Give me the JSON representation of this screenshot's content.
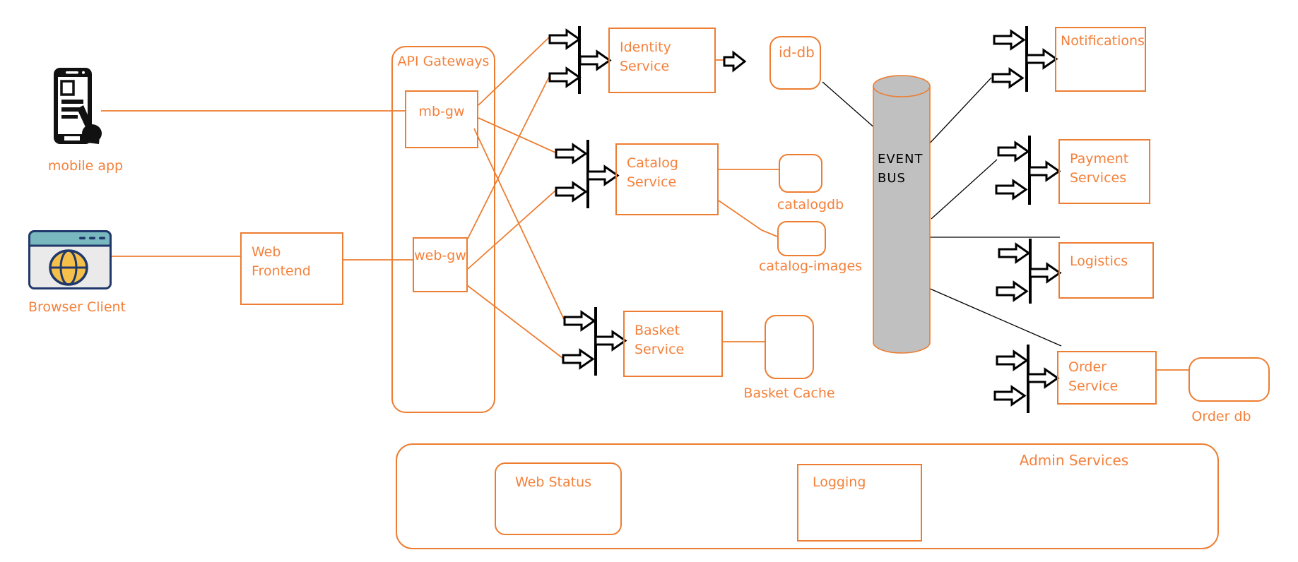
{
  "colors": {
    "accent": "#ED7D31",
    "label": "#F4813B",
    "line-black": "#000000",
    "bus-fill": "#C0C0C0",
    "browser-outline": "#20386B",
    "browser-header": "#79B8BE",
    "globe": "#F5C04A"
  },
  "icons": {
    "mobile": "smartphone-tap-icon",
    "browser": "browser-globe-icon",
    "event_bus": "cylinder-icon",
    "flow_arrow": "block-arrow-icon"
  },
  "clients": {
    "mobile_label": "mobile app",
    "browser_label": "Browser Client"
  },
  "frontend": {
    "label": "Web Frontend"
  },
  "gateways": {
    "container_label": "API Gateways",
    "mobile_gateway": "mb-gw",
    "web_gateway": "web-gw"
  },
  "services": {
    "identity": "Identity Service",
    "catalog": "Catalog Service",
    "basket": "Basket Service",
    "notifications": "Notifications",
    "payment": "Payment Services",
    "logistics": "Logistics",
    "order": "Order Service"
  },
  "datastores": {
    "id_db": "id-db",
    "catalog_db": "catalogdb",
    "catalog_images": "catalog-images",
    "basket_cache": "Basket Cache",
    "order_db": "Order db"
  },
  "event_bus": {
    "line1": "EVENT",
    "line2": "BUS"
  },
  "admin": {
    "container_label": "Admin Services",
    "web_status": "Web Status",
    "logging": "Logging"
  }
}
